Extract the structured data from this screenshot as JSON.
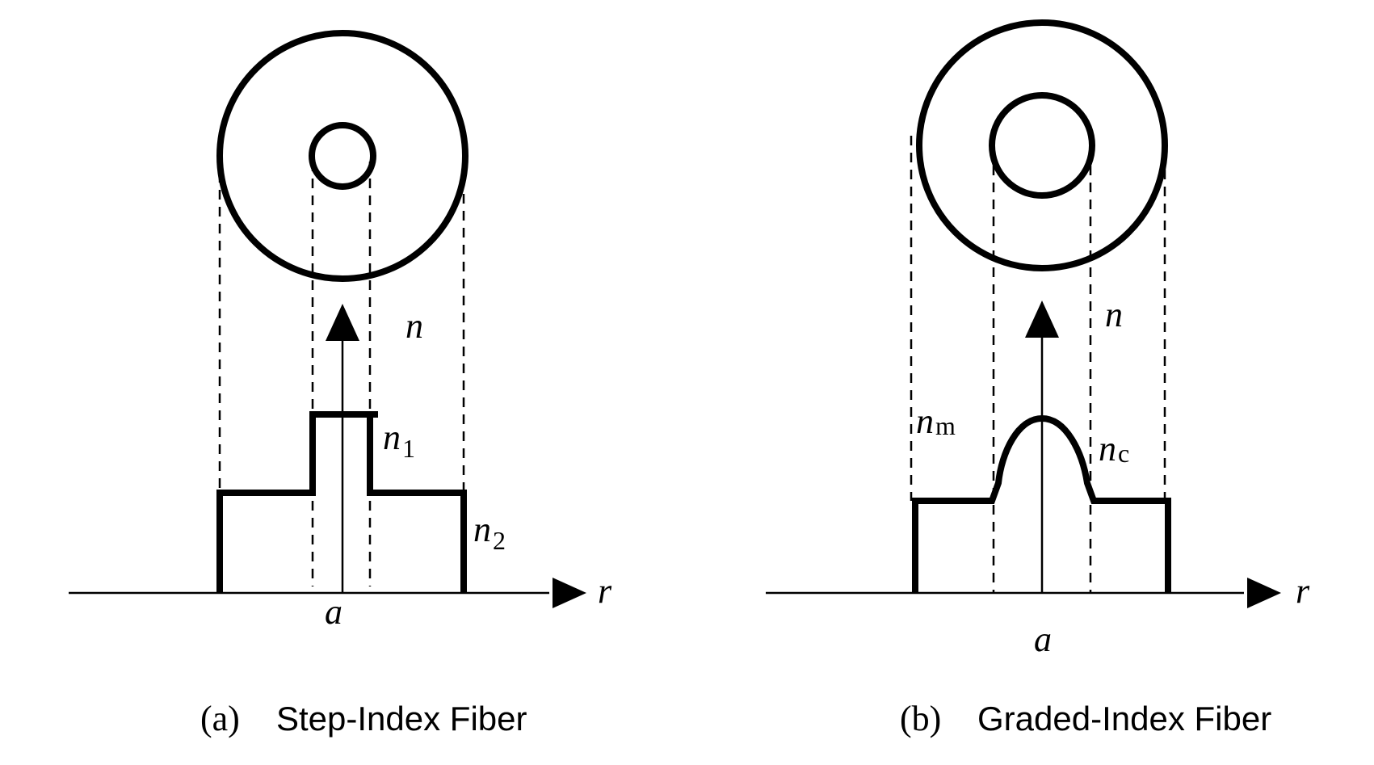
{
  "panel_a": {
    "axis_n": "n",
    "axis_r": "r",
    "radius_label": "a",
    "core_index": "n",
    "core_index_sub": "1",
    "cladding_index": "n",
    "cladding_index_sub": "2",
    "caption_letter": "(a)",
    "caption_text": "Step-Index Fiber"
  },
  "panel_b": {
    "axis_n": "n",
    "axis_r": "r",
    "radius_label": "a",
    "cladding_index": "n",
    "cladding_index_sub": "m",
    "core_index": "n",
    "core_index_sub": "c",
    "caption_letter": "(b)",
    "caption_text": "Graded-Index Fiber"
  }
}
